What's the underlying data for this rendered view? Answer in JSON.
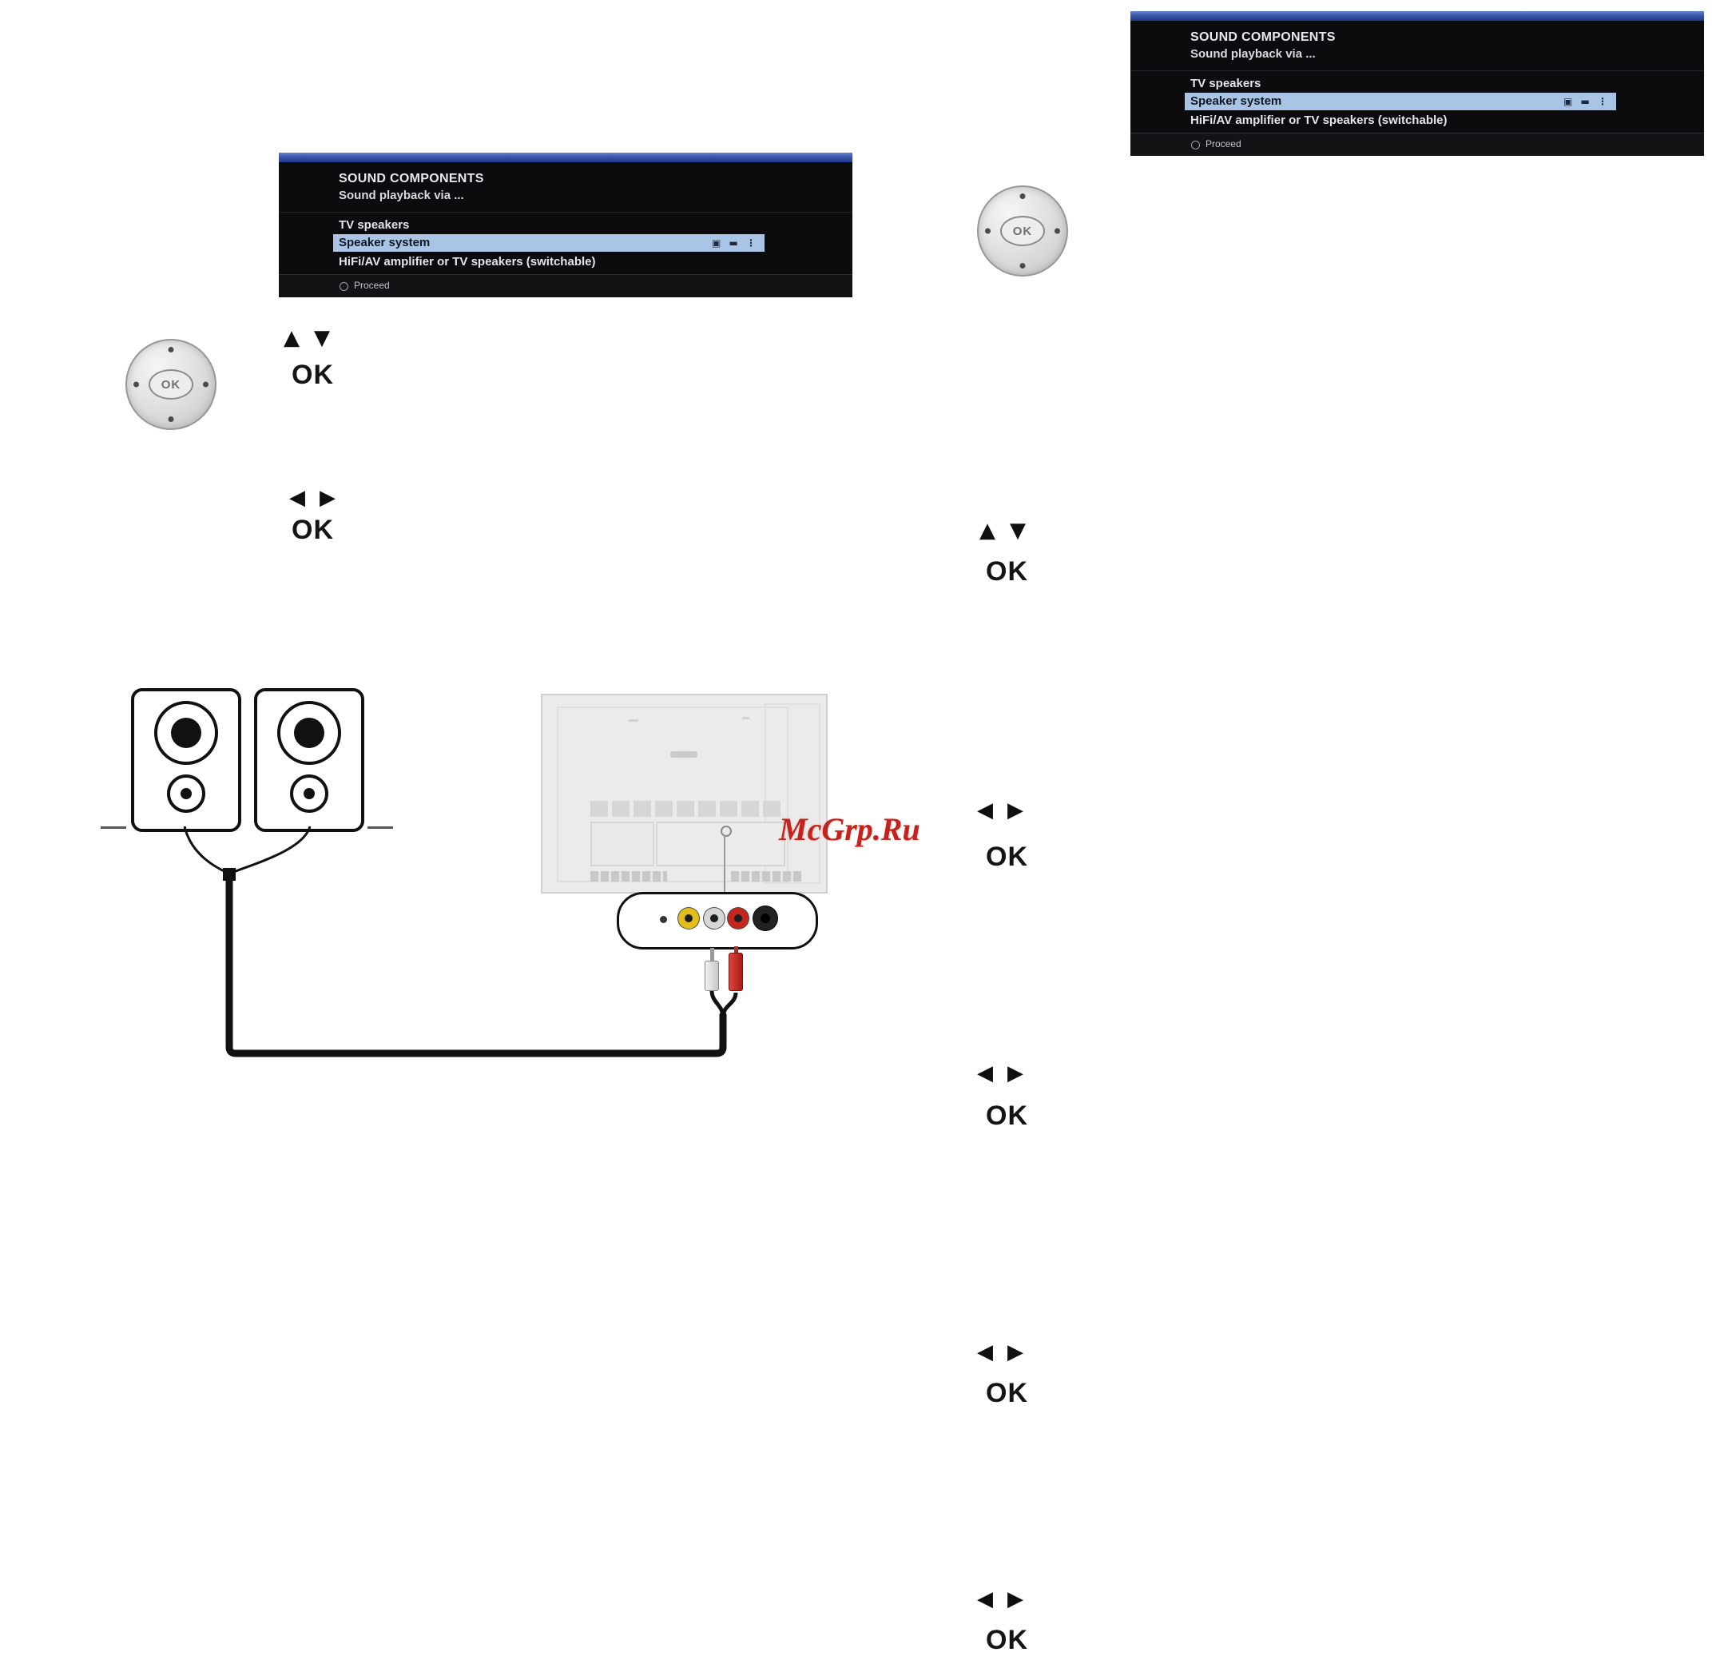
{
  "menu": {
    "title": "SOUND COMPONENTS",
    "subtitle": "Sound playback via ...",
    "items": [
      {
        "label": "TV speakers",
        "selected": false
      },
      {
        "label": "Speaker system",
        "selected": true
      },
      {
        "label": "HiFi/AV amplifier or TV speakers (switchable)",
        "selected": false
      }
    ],
    "selected_badges": "▣ ▬ ⋮",
    "footer_label": "Proceed",
    "colors": {
      "title_bar": "#3a57a8",
      "body_bg": "#0c0c0e",
      "highlight_bg": "#a9c4e4",
      "text": "#e8e8ee"
    }
  },
  "controls": {
    "ok": "OK",
    "up": "▲",
    "down": "▼",
    "left": "◀",
    "right": "▶"
  },
  "watermark": {
    "text": "McGrp.Ru",
    "color": "#c5221f"
  },
  "diagram_colors": {
    "jack_yellow": "#e2bd1b",
    "jack_white": "#d6d6d6",
    "jack_red": "#c5271f",
    "jack_black": "#222222",
    "plug_white": "#e0e0e0",
    "plug_red": "#c5271f",
    "cable": "#111111"
  }
}
